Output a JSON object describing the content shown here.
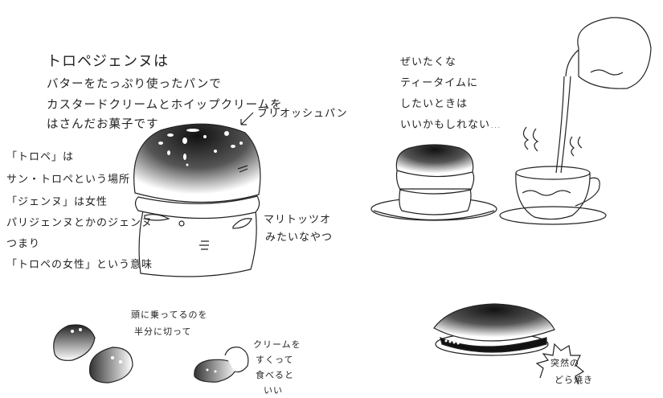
{
  "intro": {
    "title": "トロペジェンヌは",
    "lines": [
      "バターをたっぷり使ったパンで",
      "カスタードクリームとホイップクリームを",
      "はさんだお菓子です"
    ]
  },
  "labels": {
    "brioche": "ブリオッシュパン",
    "maritozzo_1": "マリトッツオ",
    "maritozzo_2": "みたいなやつ"
  },
  "etymology": {
    "lines": [
      "「トロペ」は",
      "サン・トロペという場所",
      "「ジェンヌ」は女性",
      "パリジェンヌとかのジェンヌ",
      "つまり",
      "「トロペの女性」という意味"
    ]
  },
  "teatime": {
    "lines": [
      "ぜいたくな",
      "ティータイムに",
      "したいときは",
      "いいかもしれない…"
    ]
  },
  "howto": {
    "cut": [
      "頭に乗ってるのを",
      "半分に切って"
    ],
    "scoop": [
      "クリームを",
      "すくって",
      "食べると",
      "いい"
    ]
  },
  "dorayaki": {
    "lines": [
      "突然の",
      "どら焼き"
    ]
  }
}
